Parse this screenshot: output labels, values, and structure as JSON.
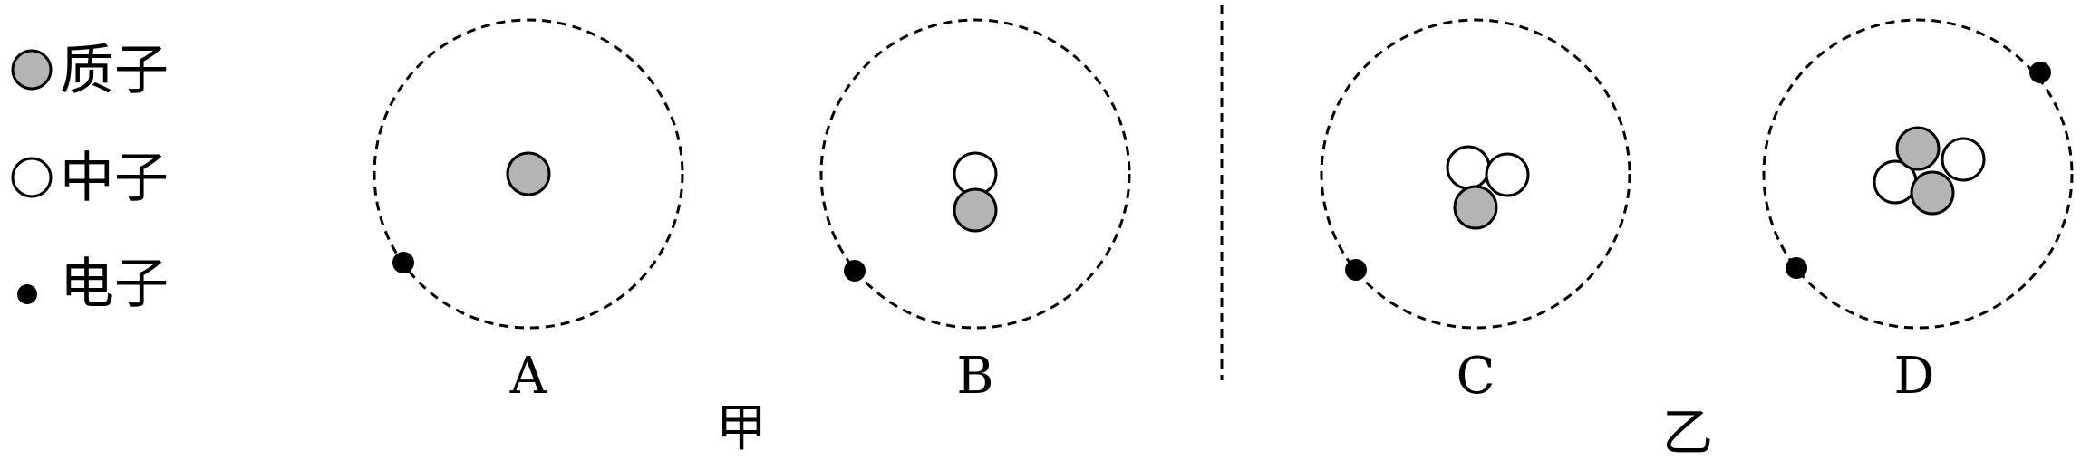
{
  "colors": {
    "proton_fill": "#b4b4b4",
    "neutron_fill": "#ffffff",
    "electron_fill": "#000000",
    "stroke": "#000000"
  },
  "legend": {
    "proton_label": "质子",
    "neutron_label": "中子",
    "electron_label": "电子"
  },
  "atoms": [
    {
      "label": "A",
      "protons": 1,
      "neutrons": 0,
      "electrons": 1
    },
    {
      "label": "B",
      "protons": 1,
      "neutrons": 1,
      "electrons": 1
    },
    {
      "label": "C",
      "protons": 1,
      "neutrons": 2,
      "electrons": 1
    },
    {
      "label": "D",
      "protons": 2,
      "neutrons": 2,
      "electrons": 2
    }
  ],
  "groups": {
    "left_label": "甲",
    "right_label": "乙"
  }
}
